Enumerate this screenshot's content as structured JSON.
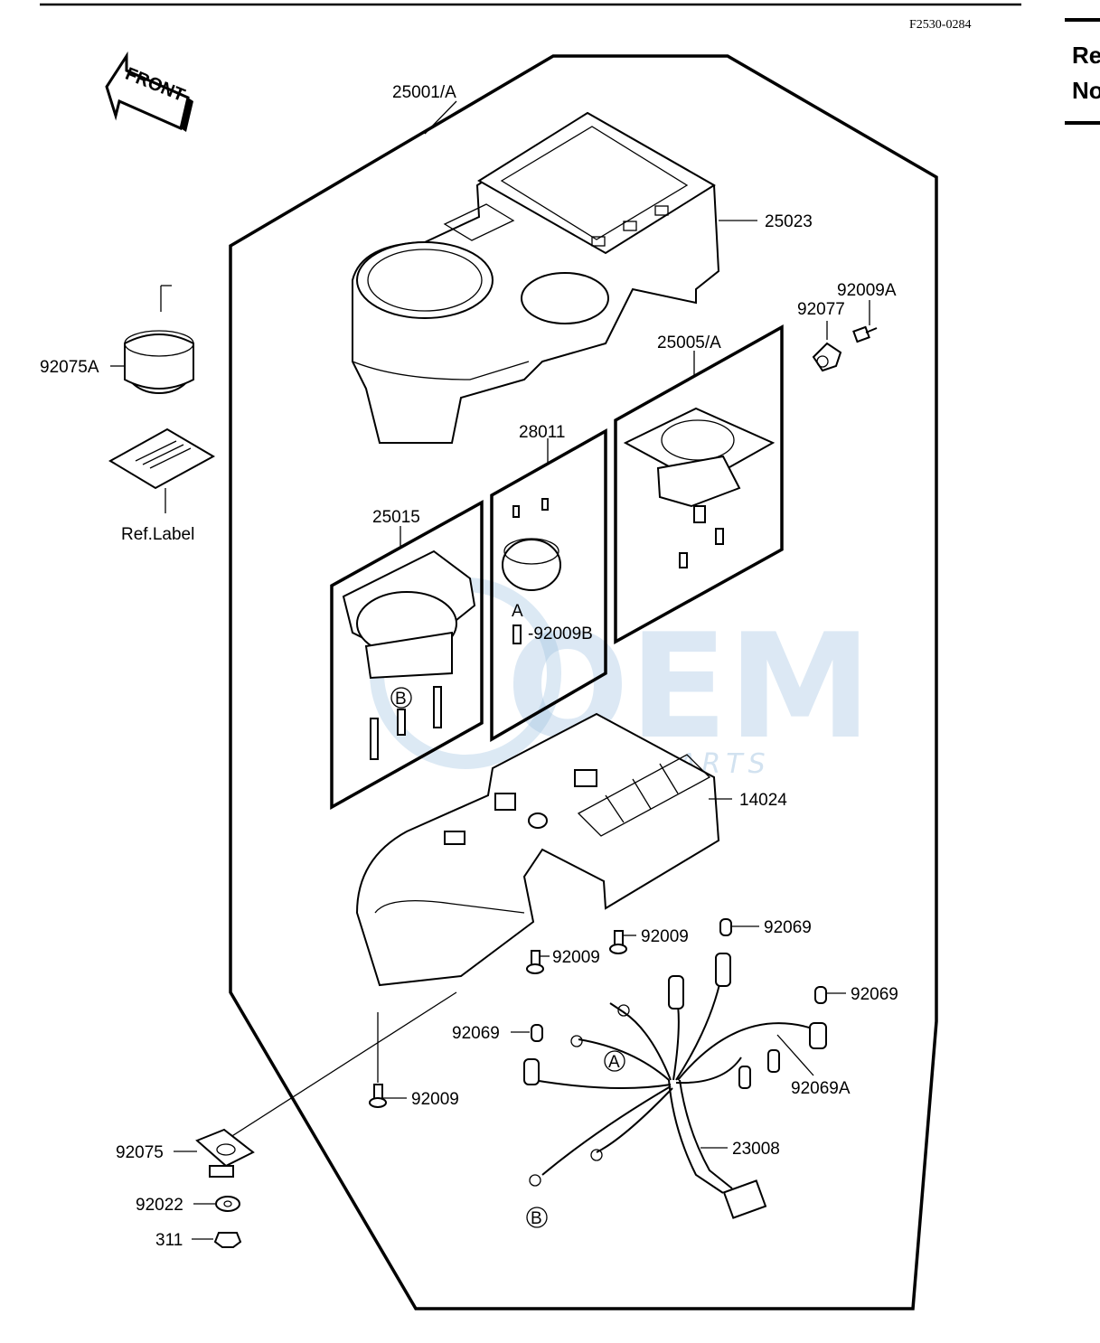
{
  "header": {
    "diagram_code": "F2530-0284",
    "side_text": [
      "Re",
      "No"
    ]
  },
  "front_arrow": {
    "label": "FRONT"
  },
  "watermark": {
    "brand": "OEM",
    "sub": "MOTORPARTS"
  },
  "parts": {
    "p25001A": "25001/A",
    "p25023": "25023",
    "p92009A": "92009A",
    "p92077": "92077",
    "p92075A": "92075A",
    "ref_label": "Ref.Label",
    "p25005A": "25005/A",
    "p28011": "28011",
    "p25015": "25015",
    "p92009B": "-92009B",
    "p14024": "14024",
    "p92009_a": "92009",
    "p92009_b": "92009",
    "p92069_a": "92069",
    "p92069_b": "92069",
    "p92069_c": "92069",
    "p92069A": "92069A",
    "p92009_c": "92009",
    "p23008": "23008",
    "p92075": "92075",
    "p92022": "92022",
    "p311": "311"
  },
  "callouts": {
    "a": "A",
    "b": "B"
  }
}
